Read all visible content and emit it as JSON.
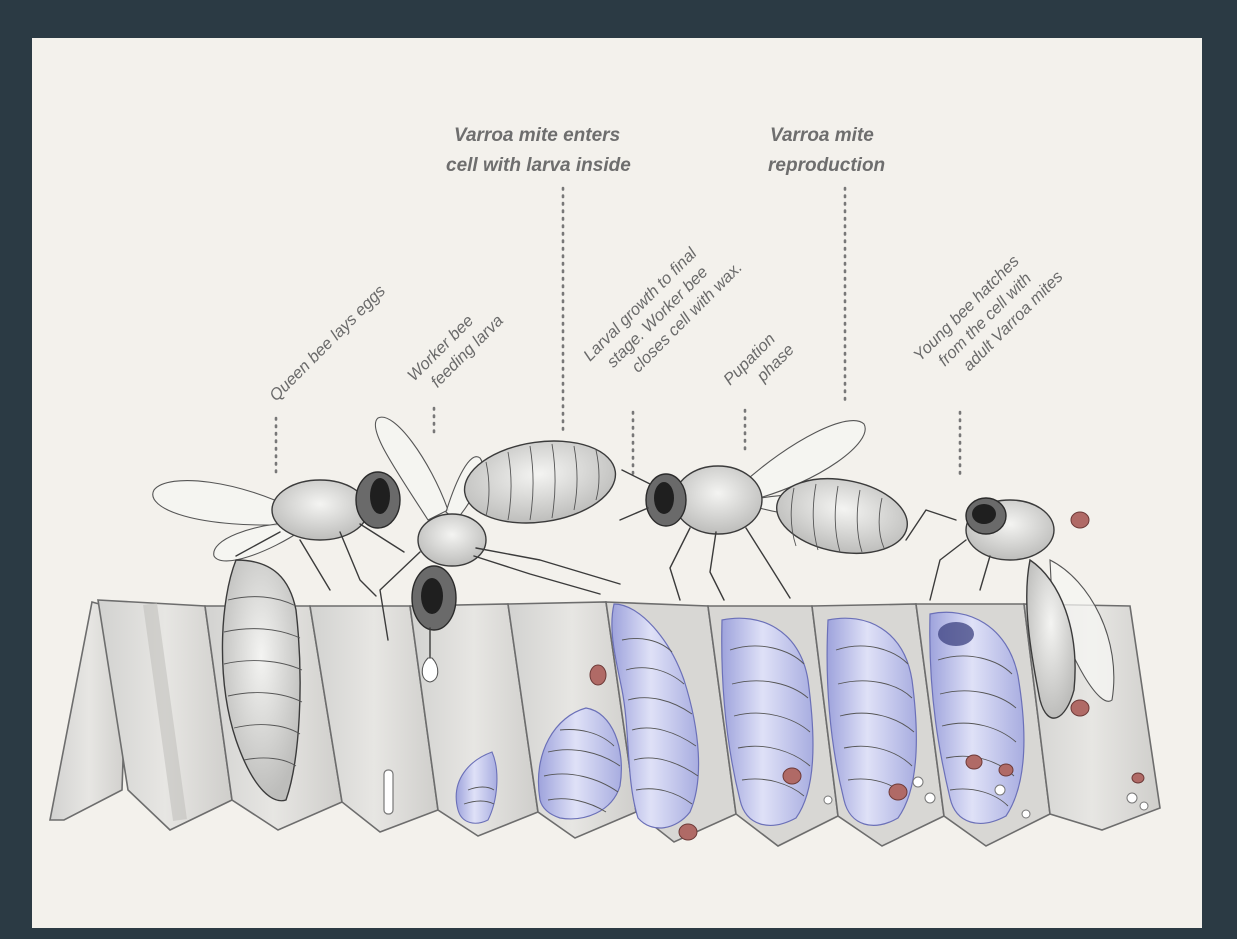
{
  "labels": {
    "varroa_enters_line1": "Varroa mite enters",
    "varroa_enters_line2": "cell with larva inside",
    "varroa_reproduction_line1": "Varroa mite",
    "varroa_reproduction_line2": "reproduction",
    "queen_lays_eggs": "Queen bee lays eggs",
    "worker_feeding_line1": "Worker bee",
    "worker_feeding_line2": "feeding larva",
    "larval_growth_line1": "Larval growth to final",
    "larval_growth_line2": "stage. Worker bee",
    "larval_growth_line3": "closes cell with wax.",
    "pupation_line1": "Pupation",
    "pupation_line2": "phase",
    "young_bee_line1": "Young bee hatches",
    "young_bee_line2": "from the cell with",
    "young_bee_line3": "adult Varroa mites"
  },
  "colors": {
    "frame": "#2b3a44",
    "paper": "#f3f1ec",
    "brood_blue": "#c9cdf0",
    "brood_blue_shade": "#8d93d6",
    "mite_red": "#b06a66",
    "ink": "#3b3b3b",
    "label_grey": "#6e6e6e"
  },
  "icons": {
    "queen_bee": "queen-bee-illustration",
    "worker_bee": "worker-bee-illustration",
    "adult_bee": "adult-bee-illustration",
    "hatching_bee": "hatching-bee-illustration",
    "mite": "varroa-mite"
  }
}
